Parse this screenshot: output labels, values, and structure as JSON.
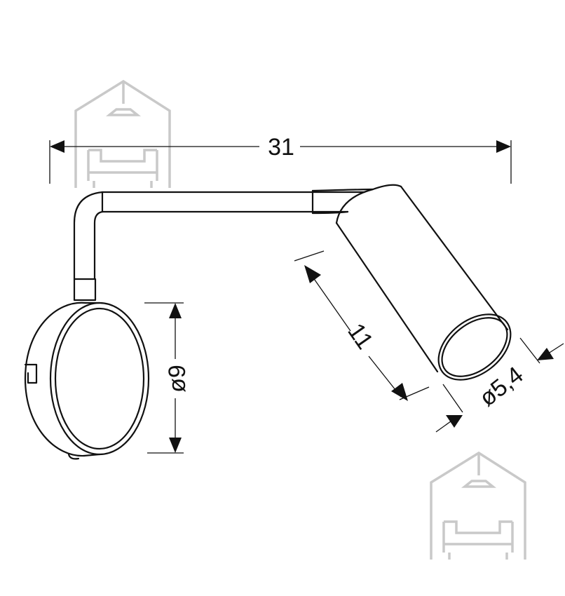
{
  "dimensions": {
    "width": "31",
    "arm_length": "11",
    "base_diameter": "ø9",
    "head_diameter": "ø5,4"
  },
  "watermark": {
    "icon": "house-with-sofa-logo",
    "color": "#c9c9c9"
  },
  "line_color": "#111111"
}
